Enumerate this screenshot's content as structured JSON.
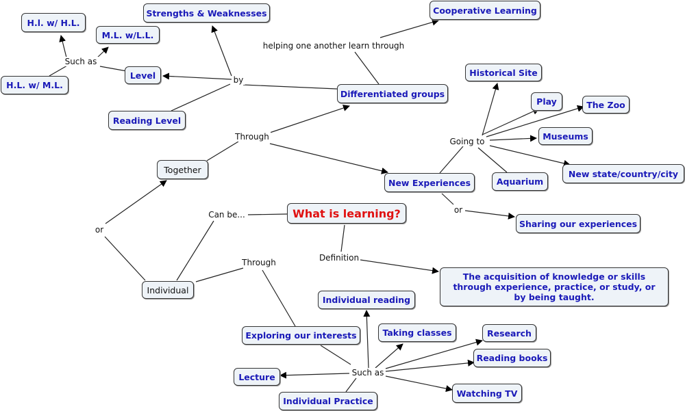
{
  "concepts": {
    "main": "What is learning?",
    "definition": "The acquisition of knowledge or skills through experience, practice, or study, or by being taught.",
    "together": "Together",
    "individual": "Individual",
    "differentiated_groups": "Differentiated groups",
    "new_experiences": "New Experiences",
    "cooperative_learning": "Cooperative Learning",
    "strengths_weaknesses": "Strengths & Weaknesses",
    "level": "Level",
    "reading_level": "Reading Level",
    "hl_hl": "H.l. w/ H.L.",
    "ml_ll": "M.L. w/L.L.",
    "hl_ml": "H.L. w/ M.L.",
    "historical_site": "Historical Site",
    "play": "Play",
    "the_zoo": "The Zoo",
    "museums": "Museums",
    "new_state": "New state/country/city",
    "aquarium": "Aquarium",
    "sharing": "Sharing our experiences",
    "exploring": "Exploring our interests",
    "individual_reading": "Individual reading",
    "taking_classes": "Taking classes",
    "research": "Research",
    "reading_books": "Reading books",
    "watching_tv": "Watching TV",
    "lecture": "Lecture",
    "individual_practice": "Individual Practice"
  },
  "linking_phrases": {
    "helping": "helping one another learn through",
    "such_as_top": "Such as",
    "by": "by",
    "through_top": "Through",
    "going_to": "Going to",
    "or_left": "or",
    "can_be": "Can be...",
    "or_right": "or",
    "through_bottom": "Through",
    "definition": "Definition",
    "such_as_bottom": "Such as"
  },
  "colors": {
    "concept_text": "#1a1ab8",
    "main_text": "#e01010",
    "concept_fill": "#eef3f8",
    "line": "#222222"
  }
}
